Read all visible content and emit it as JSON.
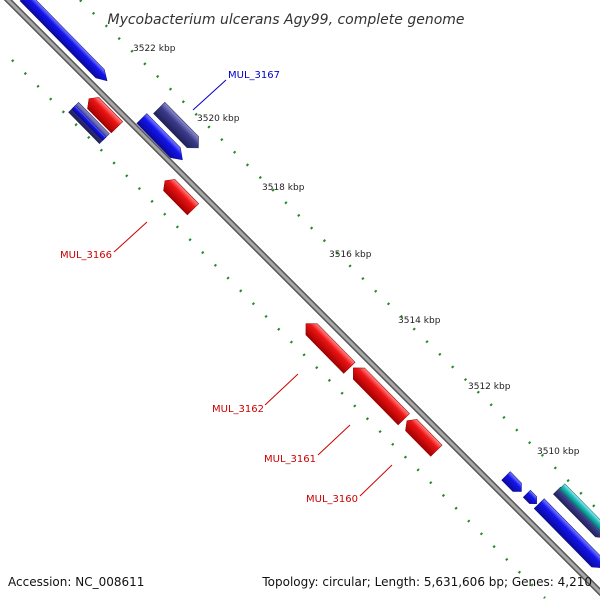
{
  "title": "Mycobacterium ulcerans Agy99, complete genome",
  "footer": {
    "accession": "Accession: NC_008611",
    "topology": "Topology: circular; Length: 5,631,606 bp; Genes: 4,210"
  },
  "ticks": [
    "3522 kbp",
    "3520 kbp",
    "3518 kbp",
    "3516 kbp",
    "3514 kbp",
    "3512 kbp",
    "3510 kbp"
  ],
  "gene_labels": [
    {
      "text": "MUL_3167",
      "color": "#0000cc"
    },
    {
      "text": "MUL_3166",
      "color": "#cc0000"
    },
    {
      "text": "MUL_3162",
      "color": "#cc0000"
    },
    {
      "text": "MUL_3161",
      "color": "#cc0000"
    },
    {
      "text": "MUL_3160",
      "color": "#cc0000"
    }
  ],
  "colors": {
    "backbone": "#8a8a8a",
    "forward_gene": "#1414ee",
    "reverse_gene": "#ee1414",
    "highlight_gene": "#3a3a8a",
    "tick_mark": "#228b22",
    "teal_gene": "#20c0c0"
  }
}
